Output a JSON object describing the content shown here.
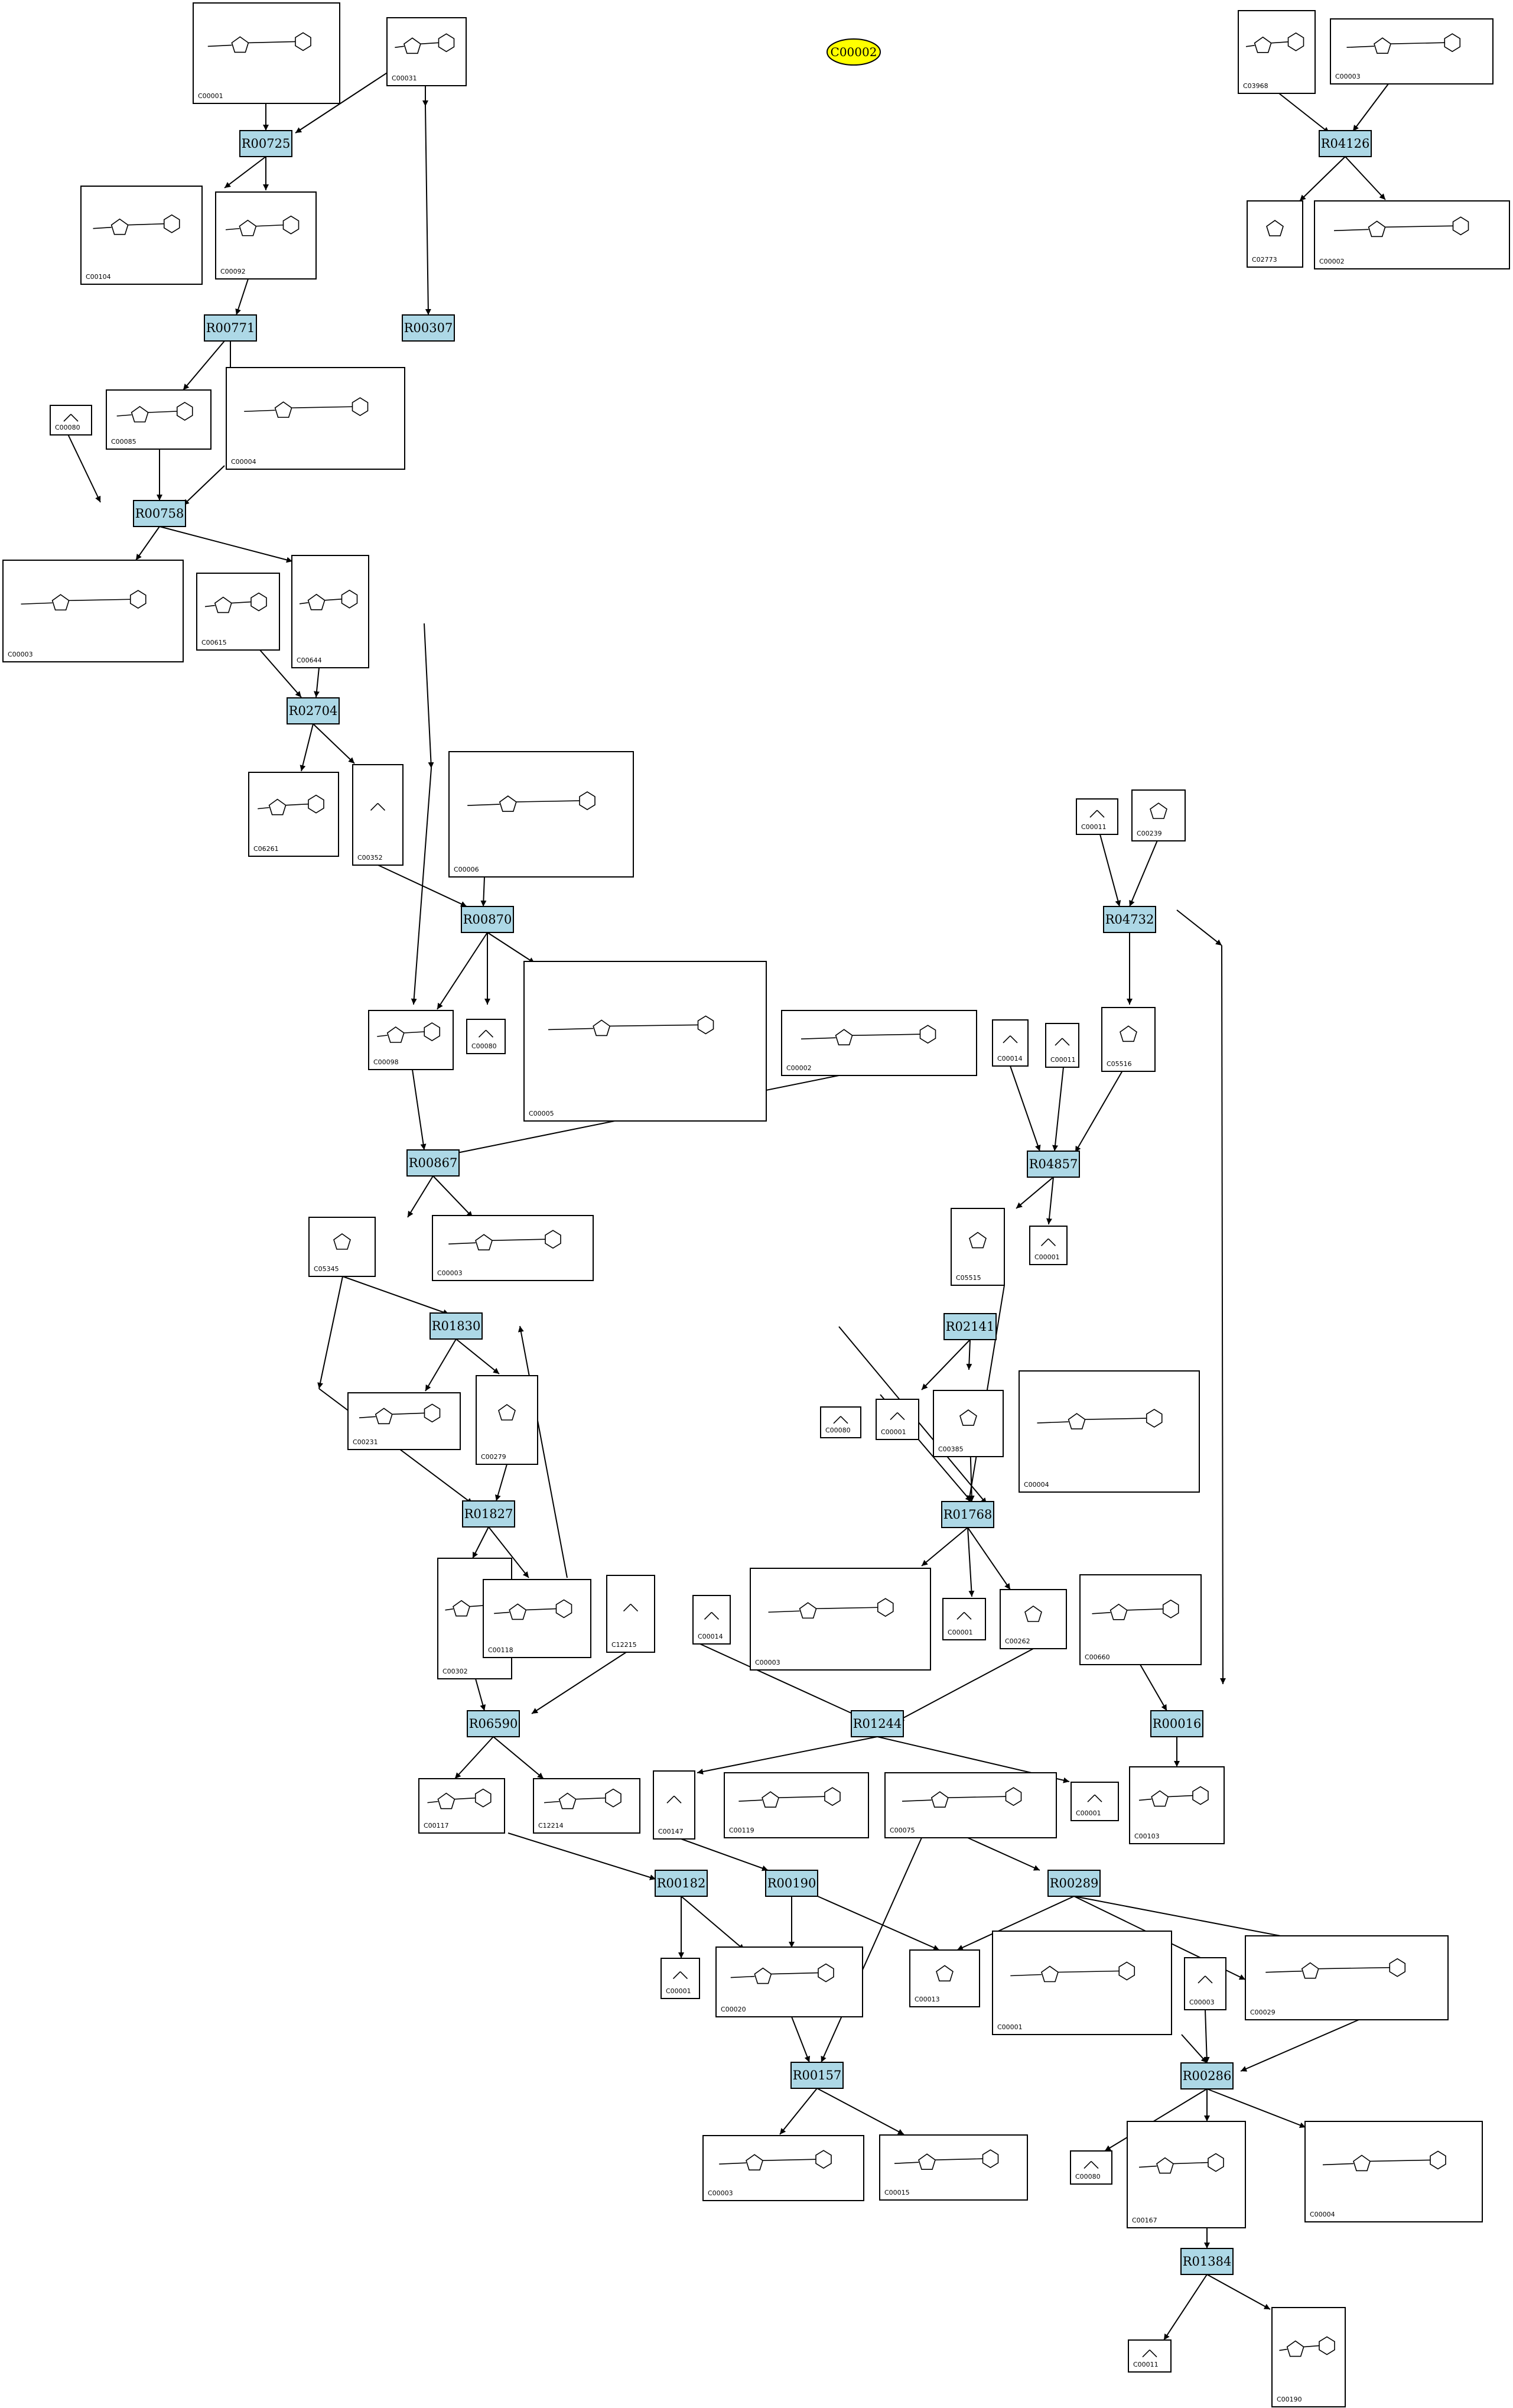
{
  "title": "C00002",
  "reactions": [
    "R00725",
    "R04126",
    "R00771",
    "R00307",
    "R00758",
    "R02704",
    "R00870",
    "R04732",
    "R00867",
    "R04857",
    "R01830",
    "R02141",
    "R01827",
    "R01768",
    "R06590",
    "R01244",
    "R00016",
    "R00182",
    "R00190",
    "R00289",
    "R00157",
    "R00286",
    "R01384"
  ],
  "compounds": [
    "C00001",
    "C00031",
    "C03968",
    "C00003",
    "C00104",
    "C00092",
    "C02773",
    "C00002",
    "C00085",
    "C00004",
    "C00080",
    "C00003",
    "C00615",
    "C00644",
    "C06261",
    "C00352",
    "C00006",
    "C00011",
    "C00239",
    "C00080",
    "C00098",
    "C00005",
    "C00002",
    "C00014",
    "C00011",
    "C05516",
    "C05345",
    "C00003",
    "C05515",
    "C00001",
    "C00231",
    "C00279",
    "C00080",
    "C00001",
    "C00385",
    "C00004",
    "C00302",
    "C00118",
    "C12215",
    "C00014",
    "C00003",
    "C00001",
    "C00262",
    "C00660",
    "C00117",
    "C12214",
    "C00147",
    "C00119",
    "C00075",
    "C00001",
    "C00103",
    "C00001",
    "C00020",
    "C00013",
    "C00001",
    "C00003",
    "C00029",
    "C00080",
    "C00167",
    "C00004",
    "C00003",
    "C00015",
    "C00011",
    "C00190"
  ],
  "colors": {
    "reaction_fill": "#add8e6",
    "target_fill": "#ffff00"
  }
}
